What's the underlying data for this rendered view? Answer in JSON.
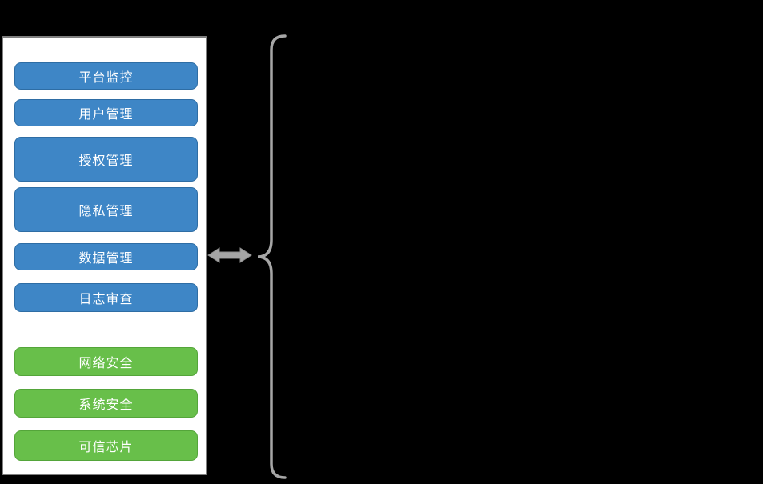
{
  "panel": {
    "blue_buttons": [
      {
        "label": "平台监控"
      },
      {
        "label": "用户管理"
      },
      {
        "label": "授权管理"
      },
      {
        "label": "隐私管理"
      },
      {
        "label": "数据管理"
      },
      {
        "label": "日志审查"
      }
    ],
    "green_buttons": [
      {
        "label": "网络安全"
      },
      {
        "label": "系统安全"
      },
      {
        "label": "可信芯片"
      }
    ]
  },
  "icons": {
    "arrow": "left-right-double-arrow",
    "brace": "left-curly-brace"
  },
  "colors": {
    "background": "#000000",
    "panel_border": "#7f7f7f",
    "blue": "#3e86c6",
    "blue_border": "#2e6da4",
    "green": "#68bf4a",
    "green_border": "#54a53a",
    "arrow": "#a6a6a6",
    "arrow_outline": "#8c8c8c",
    "brace": "#a6a6a6"
  }
}
